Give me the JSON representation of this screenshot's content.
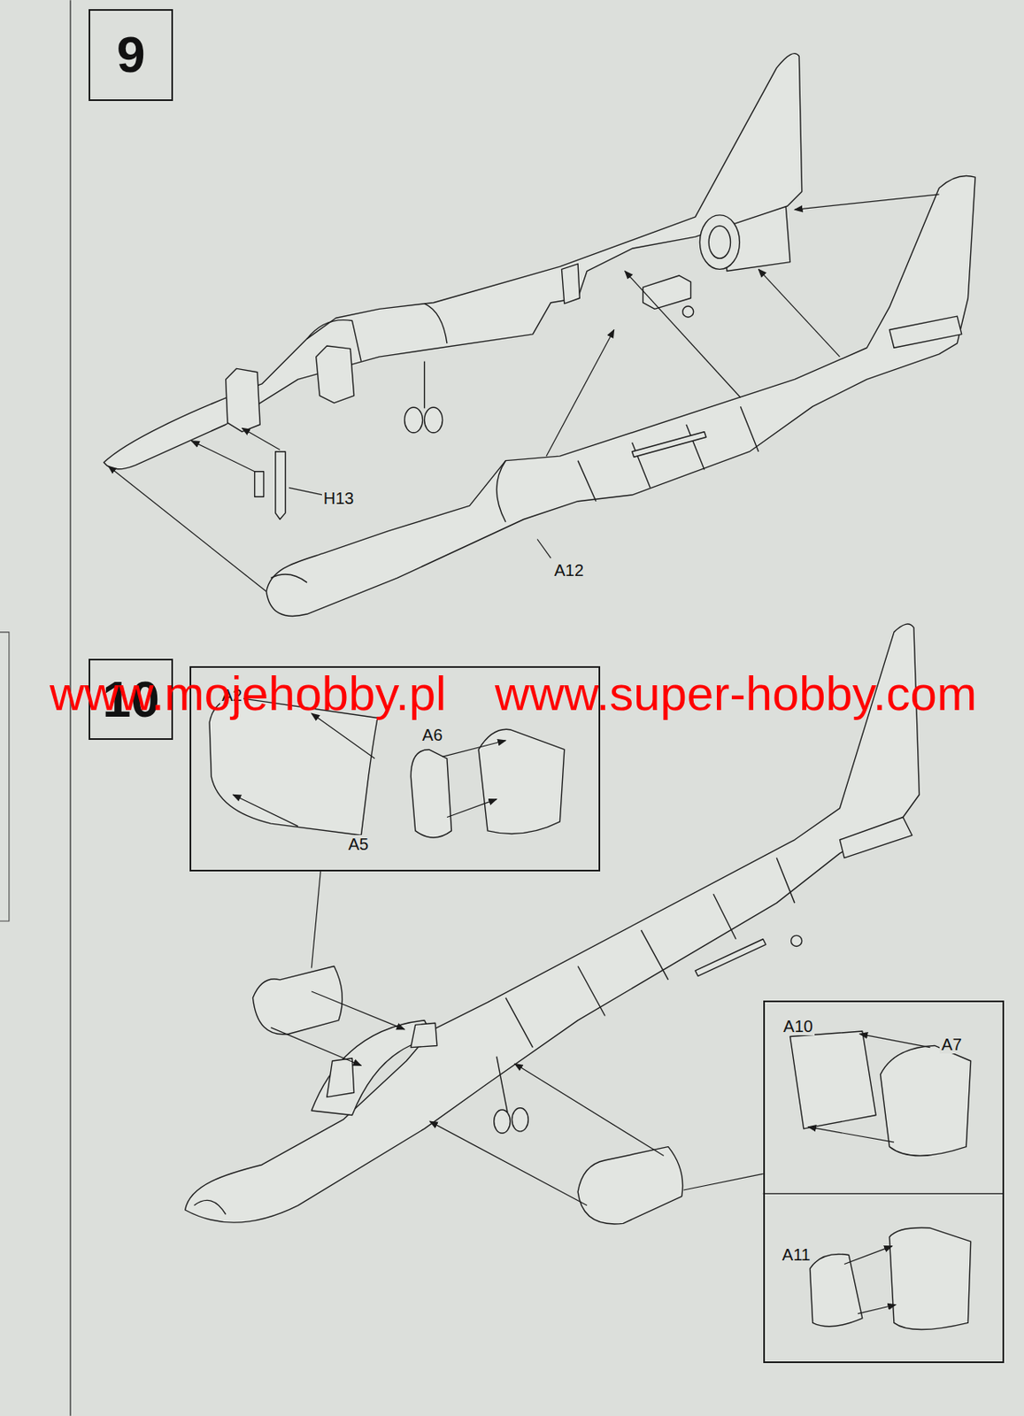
{
  "diagram": {
    "nodes": [
      {
        "text": [
          "9"
        ]
      },
      {
        "text": [
          "10"
        ]
      },
      {
        "text": [
          "A2",
          "A6",
          "A5"
        ]
      },
      {
        "text": [
          "A10",
          "A7",
          "A11"
        ]
      }
    ],
    "labels": [
      "H13",
      "A12",
      "www.mojehobby.pl",
      "www.super-hobby.com"
    ]
  }
}
